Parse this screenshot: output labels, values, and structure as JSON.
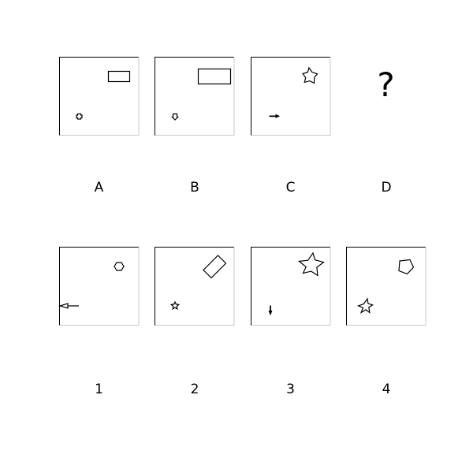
{
  "puzzle": {
    "question_mark": "?",
    "row1_labels": [
      "A",
      "B",
      "C",
      "D"
    ],
    "row2_labels": [
      "1",
      "2",
      "3",
      "4"
    ],
    "question_panel": {
      "cells": [
        {
          "label": "A",
          "large_shape": "rectangle",
          "small_shape": "cross"
        },
        {
          "label": "B",
          "large_shape": "rectangle",
          "small_shape": "arrow-down"
        },
        {
          "label": "C",
          "large_shape": "star",
          "small_shape": "arrow-right"
        },
        {
          "label": "D",
          "large_shape": "unknown",
          "small_shape": "unknown"
        }
      ]
    },
    "answer_options": [
      {
        "label": "1",
        "large_shape": "hexagon",
        "small_shape": "arrow-left"
      },
      {
        "label": "2",
        "large_shape": "rotated-rectangle",
        "small_shape": "star"
      },
      {
        "label": "3",
        "large_shape": "star",
        "small_shape": "arrow-down"
      },
      {
        "label": "4",
        "large_shape": "pentagon",
        "small_shape": "star"
      }
    ]
  }
}
